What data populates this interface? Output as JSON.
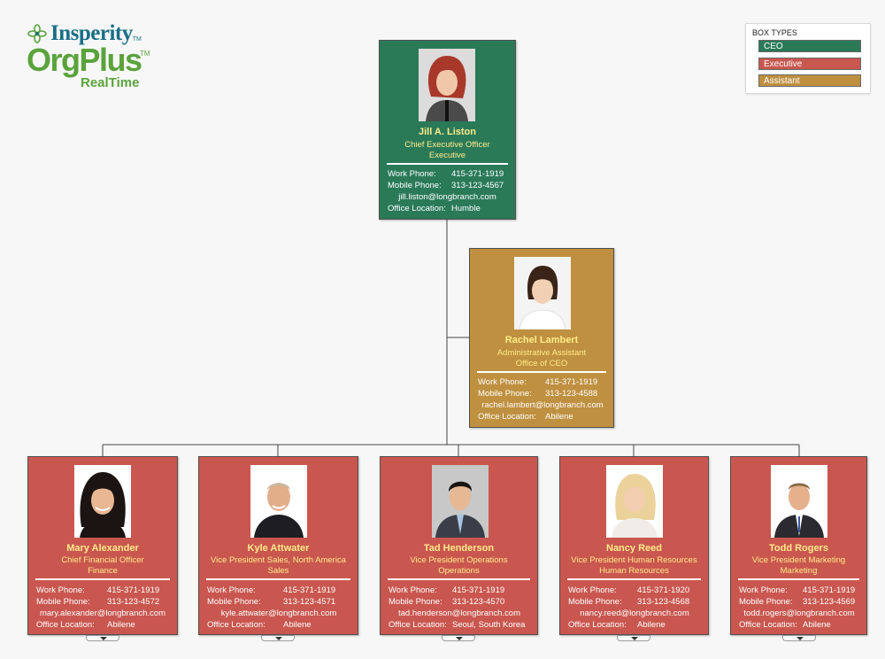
{
  "logo": {
    "line1": "Insperity",
    "tm1": "TM",
    "line2": "OrgPlus",
    "tm2": "TM",
    "line3": "RealTime"
  },
  "legend": {
    "title": "BOX TYPES",
    "items": [
      {
        "label": "CEO",
        "color": "#2a7a58"
      },
      {
        "label": "Executive",
        "color": "#c9574f"
      },
      {
        "label": "Assistant",
        "color": "#bf9040"
      }
    ]
  },
  "labels": {
    "work": "Work Phone:",
    "mobile": "Mobile Phone:",
    "office": "Office Location:"
  },
  "people": [
    {
      "id": "jill",
      "name": "Jill A. Liston",
      "title": "Chief Executive Officer",
      "dept": "Executive",
      "work": "415-371-1919",
      "mobile": "313-123-4567",
      "email": "jill.liston@longbranch.com",
      "office": "Humble"
    },
    {
      "id": "rachel",
      "name": "Rachel Lambert",
      "title": "Administrative Assistant",
      "dept": "Office of CEO",
      "work": "415-371-1919",
      "mobile": "313-123-4588",
      "email": "rachel.lambert@longbranch.com",
      "office": "Abilene"
    },
    {
      "id": "mary",
      "name": "Mary Alexander",
      "title": "Chief Financial Officer",
      "dept": "Finance",
      "work": "415-371-1919",
      "mobile": "313-123-4572",
      "email": "mary.alexander@longbranch.com",
      "office": "Abilene"
    },
    {
      "id": "kyle",
      "name": "Kyle Attwater",
      "title": "Vice President Sales, North America",
      "dept": "Sales",
      "work": "415-371-1919",
      "mobile": "313-123-4571",
      "email": "kyle.attwater@longbranch.com",
      "office": "Abilene"
    },
    {
      "id": "tad",
      "name": "Tad Henderson",
      "title": "Vice President Operations",
      "dept": "Operations",
      "work": "415-371-1919",
      "mobile": "313-123-4570",
      "email": "tad.henderson@longbranch.com",
      "office": "Seoul, South Korea"
    },
    {
      "id": "nancy",
      "name": "Nancy Reed",
      "title": "Vice President Human Resources",
      "dept": "Human Resources",
      "work": "415-371-1920",
      "mobile": "313-123-4568",
      "email": "nancy.reed@longbranch.com",
      "office": "Abilene"
    },
    {
      "id": "todd",
      "name": "Todd Rogers",
      "title": "Vice President Marketing",
      "dept": "Marketing",
      "work": "415-371-1919",
      "mobile": "313-123-4569",
      "email": "todd.rogers@longbranch.com",
      "office": "Abilene"
    }
  ]
}
